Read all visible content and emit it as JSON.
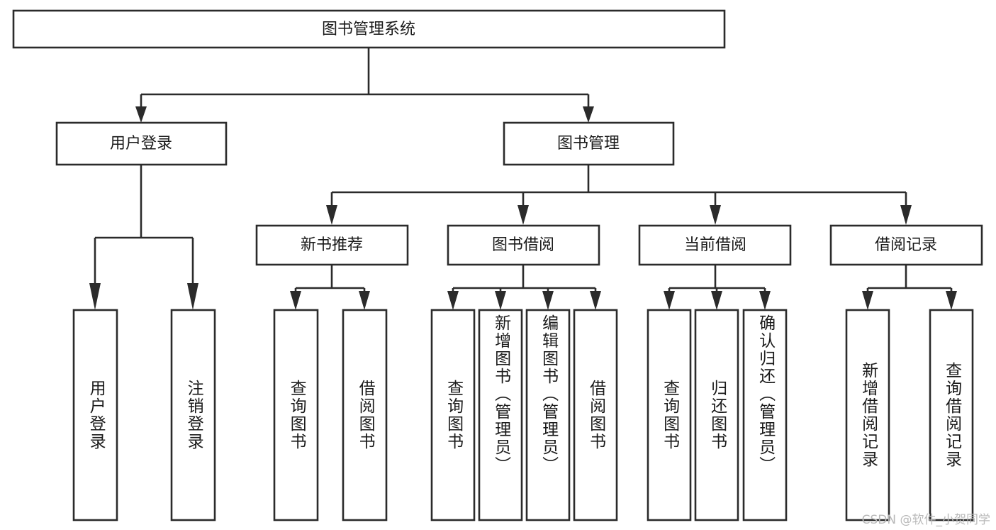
{
  "diagram": {
    "title": "图书管理系统",
    "type": "tree",
    "root": {
      "id": "root",
      "label": "图书管理系统",
      "orientation": "horizontal"
    },
    "level2": [
      {
        "id": "user-login",
        "label": "用户登录",
        "orientation": "horizontal"
      },
      {
        "id": "book-manage",
        "label": "图书管理",
        "orientation": "horizontal"
      }
    ],
    "level3": [
      {
        "id": "new-book-recommend",
        "label": "新书推荐",
        "orientation": "horizontal",
        "parent": "book-manage"
      },
      {
        "id": "book-borrow",
        "label": "图书借阅",
        "orientation": "horizontal",
        "parent": "book-manage"
      },
      {
        "id": "current-borrow",
        "label": "当前借阅",
        "orientation": "horizontal",
        "parent": "book-manage"
      },
      {
        "id": "borrow-record",
        "label": "借阅记录",
        "orientation": "horizontal",
        "parent": "book-manage"
      }
    ],
    "leaves": [
      {
        "id": "leaf-user-login",
        "label": "用户登录",
        "orientation": "vertical",
        "parent": "user-login"
      },
      {
        "id": "leaf-logout-login",
        "label": "注销登录",
        "orientation": "vertical",
        "parent": "user-login"
      },
      {
        "id": "leaf-query-book-1",
        "label": "查询图书",
        "orientation": "vertical",
        "parent": "new-book-recommend"
      },
      {
        "id": "leaf-borrow-book-1",
        "label": "借阅图书",
        "orientation": "vertical",
        "parent": "new-book-recommend"
      },
      {
        "id": "leaf-query-book-2",
        "label": "查询图书",
        "orientation": "vertical",
        "parent": "book-borrow"
      },
      {
        "id": "leaf-add-book",
        "label": "新增图书（管理员）",
        "orientation": "vertical",
        "parent": "book-borrow"
      },
      {
        "id": "leaf-edit-book",
        "label": "编辑图书（管理员）",
        "orientation": "vertical",
        "parent": "book-borrow"
      },
      {
        "id": "leaf-borrow-book-2",
        "label": "借阅图书",
        "orientation": "vertical",
        "parent": "book-borrow"
      },
      {
        "id": "leaf-query-book-3",
        "label": "查询图书",
        "orientation": "vertical",
        "parent": "current-borrow"
      },
      {
        "id": "leaf-return-book",
        "label": "归还图书",
        "orientation": "vertical",
        "parent": "current-borrow"
      },
      {
        "id": "leaf-confirm-return",
        "label": "确认归还（管理员）",
        "orientation": "vertical",
        "parent": "current-borrow"
      },
      {
        "id": "leaf-add-record",
        "label": "新增借阅记录",
        "orientation": "vertical",
        "parent": "borrow-record"
      },
      {
        "id": "leaf-query-record",
        "label": "查询借阅记录",
        "orientation": "vertical",
        "parent": "borrow-record"
      }
    ],
    "colors": {
      "stroke": "#2b2b2b",
      "box_fill": "#ffffff",
      "text": "#1a1a1a",
      "background": "#ffffff",
      "watermark": "#b9b9b9"
    }
  },
  "watermark": {
    "text": "CSDN @软件_小贺同学"
  }
}
